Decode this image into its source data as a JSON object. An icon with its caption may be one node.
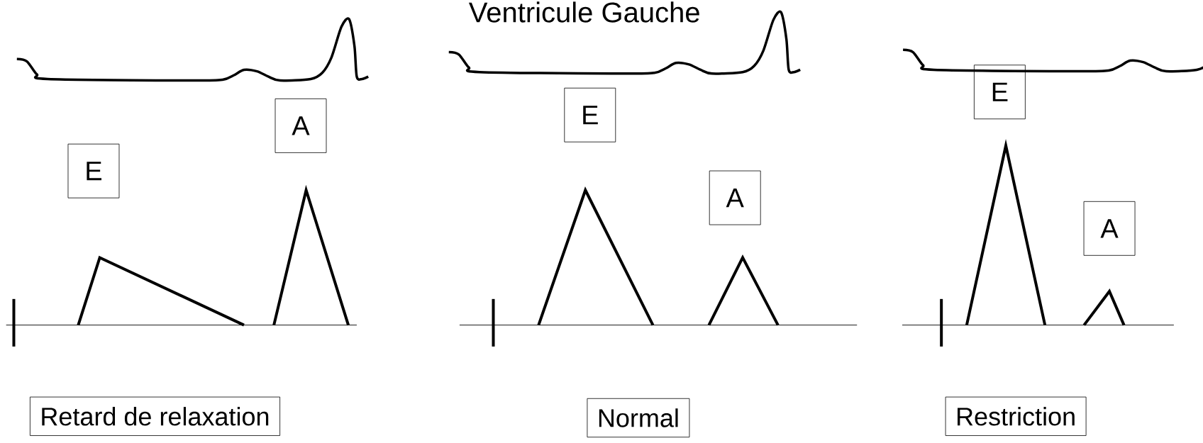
{
  "diagram": {
    "title": "Ventricule Gauche",
    "nodes": [
      {
        "text": [
          "E"
        ]
      },
      {
        "text": [
          "A"
        ]
      },
      {
        "text": [
          "E"
        ]
      },
      {
        "text": [
          "A"
        ]
      },
      {
        "text": [
          "E"
        ]
      },
      {
        "text": [
          "A"
        ]
      },
      {
        "text": [
          "Retard de relaxation"
        ]
      },
      {
        "text": [
          "Normal"
        ]
      },
      {
        "text": [
          "Restriction"
        ]
      }
    ]
  }
}
